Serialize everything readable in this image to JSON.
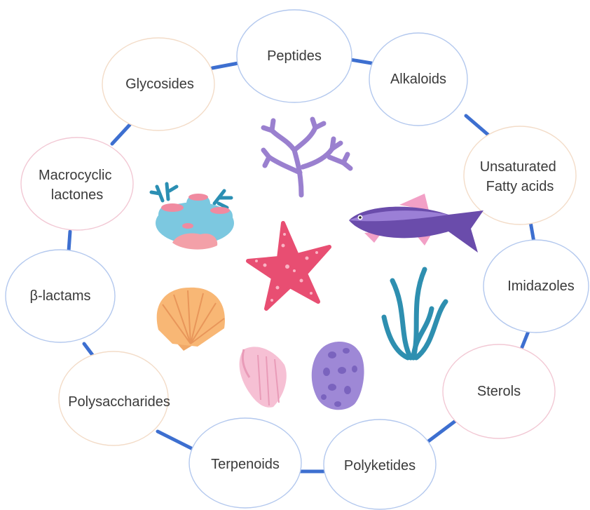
{
  "nodes": [
    {
      "id": "peptides",
      "lines": [
        "Peptides"
      ]
    },
    {
      "id": "alkaloids",
      "lines": [
        "Alkaloids"
      ]
    },
    {
      "id": "unsaturated-fatty-acids",
      "lines": [
        "Unsaturated",
        "Fatty acids"
      ]
    },
    {
      "id": "imidazoles",
      "lines": [
        "Imidazoles"
      ]
    },
    {
      "id": "sterols",
      "lines": [
        "Sterols"
      ]
    },
    {
      "id": "polyketides",
      "lines": [
        "Polyketides"
      ]
    },
    {
      "id": "terpenoids",
      "lines": [
        "Terpenoids"
      ]
    },
    {
      "id": "polysaccharides",
      "lines": [
        "Polysaccharides"
      ]
    },
    {
      "id": "beta-lactams",
      "lines": [
        "β-lactams"
      ]
    },
    {
      "id": "macrocyclic-lactones",
      "lines": [
        "Macrocyclic",
        "lactones"
      ]
    },
    {
      "id": "glycosides",
      "lines": [
        "Glycosides"
      ]
    }
  ],
  "colors": {
    "connector": "#3d6fd0",
    "border_blue": "#b3c8ee",
    "border_peach": "#f3dcc8",
    "border_pink": "#f2c8d4",
    "text": "#3a3a3a"
  },
  "illustrations": [
    "coral-icon",
    "coral-reef-icon",
    "fish-icon",
    "starfish-icon",
    "scallop-shell-icon",
    "seaweed-icon",
    "conch-shell-icon",
    "sponge-icon"
  ]
}
